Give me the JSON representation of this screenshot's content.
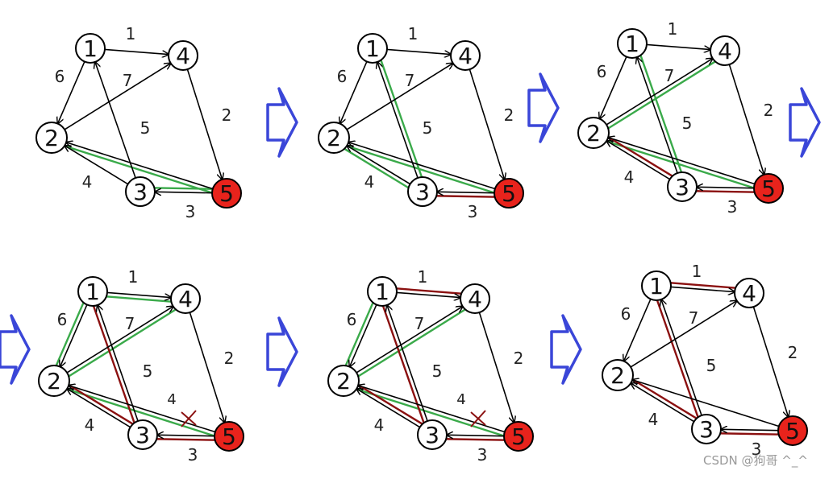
{
  "diagram": {
    "nodes": [
      "1",
      "2",
      "3",
      "4",
      "5"
    ],
    "edges": [
      {
        "from": "1",
        "to": "4",
        "weight": "1"
      },
      {
        "from": "1",
        "to": "2",
        "weight": "6"
      },
      {
        "from": "2",
        "to": "4",
        "weight": "7"
      },
      {
        "from": "3",
        "to": "1",
        "weight": "5"
      },
      {
        "from": "3",
        "to": "2",
        "weight": "4"
      },
      {
        "from": "4",
        "to": "5",
        "weight": "2"
      },
      {
        "from": "5",
        "to": "3",
        "weight": "3"
      },
      {
        "from": "5",
        "to": "2",
        "weight": ""
      }
    ],
    "extra_label": "4",
    "colors": {
      "node_fill": "#ffffff",
      "start_node_fill": "#e8231c",
      "edge": "#000000",
      "green_path": "#3aaa4a",
      "red_path": "#8b1010",
      "arrow": "#3a46d8"
    }
  },
  "watermark": "CSDN @狗哥   ^_^"
}
